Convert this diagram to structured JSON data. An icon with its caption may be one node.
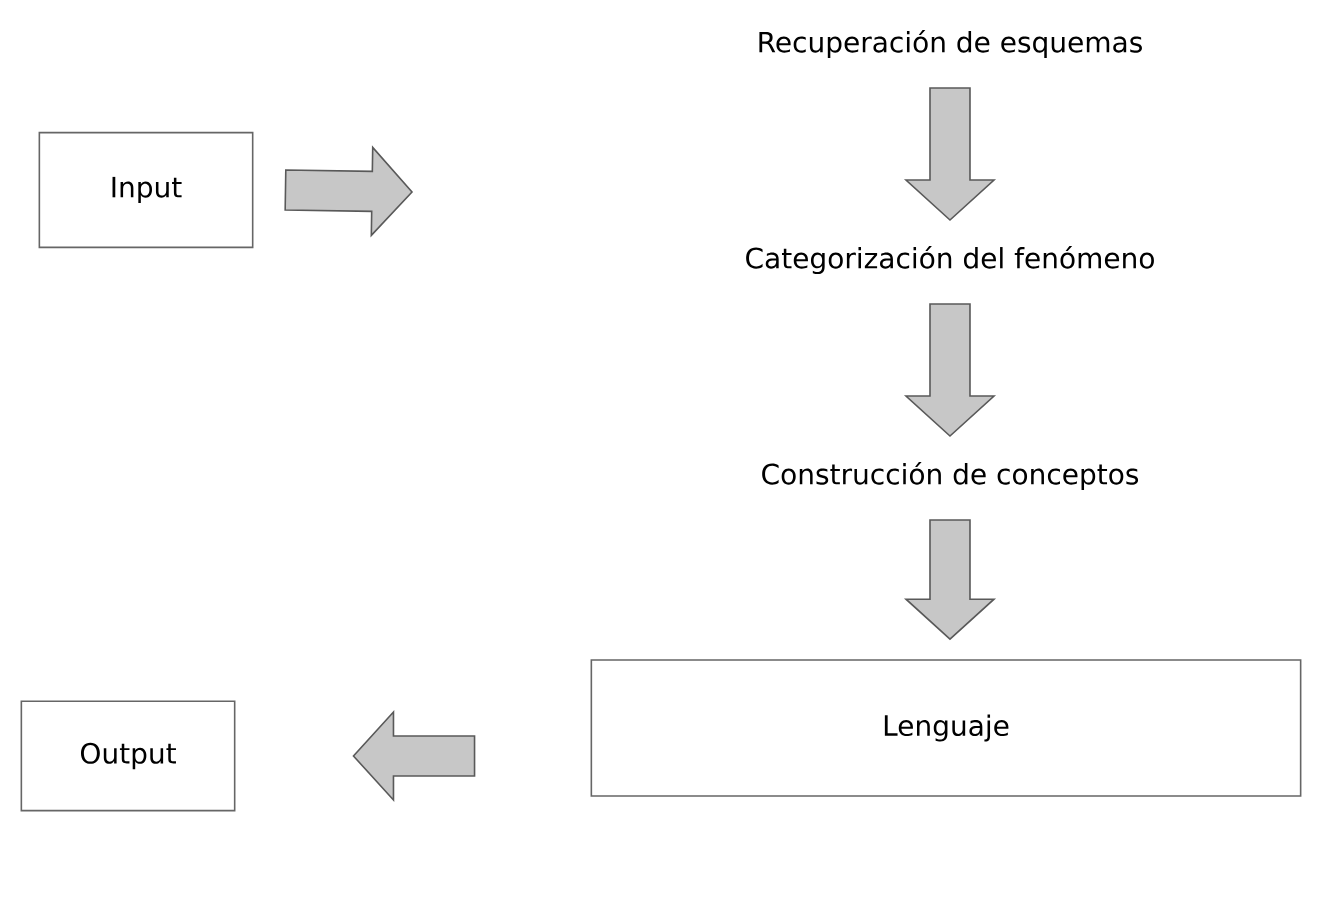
{
  "diagram": {
    "nodes": [
      {
        "text": [
          "Input"
        ]
      },
      {
        "text": [
          "Recuperación de esquemas"
        ]
      },
      {
        "text": [
          "Categorización del fenómeno"
        ]
      },
      {
        "text": [
          "Construcción de conceptos"
        ]
      },
      {
        "text": [
          "Lenguaje"
        ]
      },
      {
        "text": [
          "Output"
        ]
      }
    ],
    "edges": [
      {
        "from": 0,
        "to": null,
        "arrow": "to"
      },
      {
        "from": 1,
        "to": 2,
        "arrow": "to"
      },
      {
        "from": 2,
        "to": 3,
        "arrow": "to"
      },
      {
        "from": 3,
        "to": 4,
        "arrow": "to"
      },
      {
        "from": 4,
        "to": 5,
        "arrow": "to"
      }
    ]
  }
}
